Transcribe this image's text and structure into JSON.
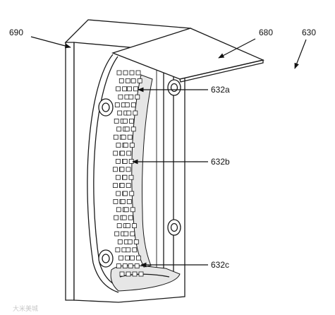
{
  "labels": {
    "housing": "690",
    "cover": "680",
    "assembly": "630",
    "contact_top": "632a",
    "contact_mid": "632b",
    "contact_bottom": "632c"
  },
  "watermark": "大米美城"
}
